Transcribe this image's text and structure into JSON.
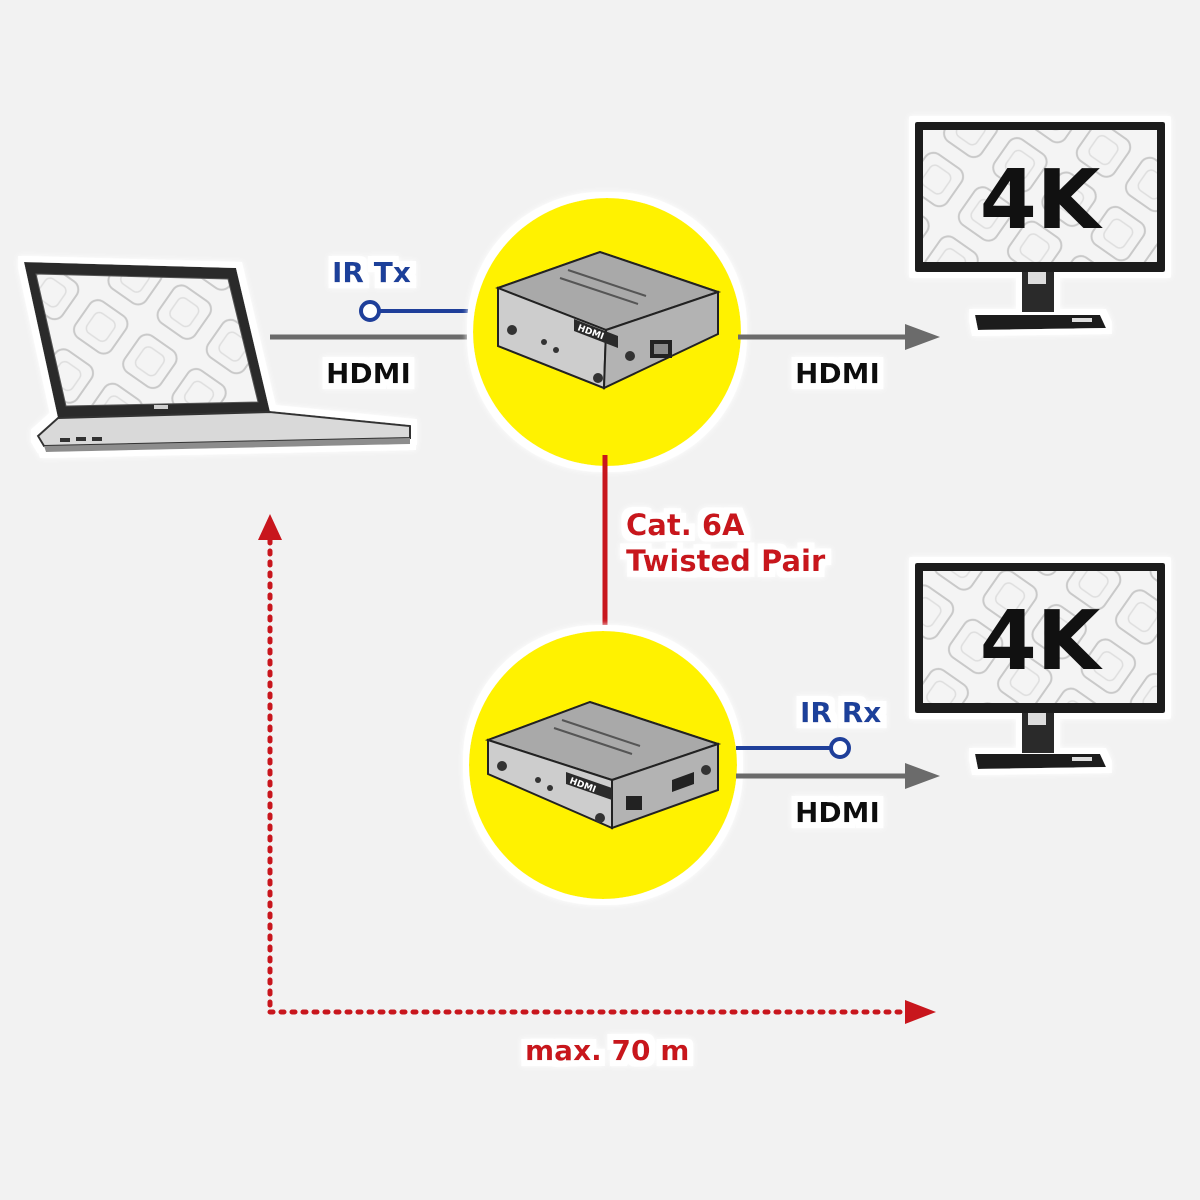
{
  "labels": {
    "ir_tx": "IR Tx",
    "ir_rx": "IR Rx",
    "hdmi_input": "HDMI",
    "hdmi_output_1": "HDMI",
    "hdmi_output_2": "HDMI",
    "cable_line1": "Cat. 6A",
    "cable_line2": "Twisted Pair",
    "distance": "max. 70 m",
    "monitor_1_screen": "4K",
    "monitor_2_screen": "4K",
    "port_label": "HDMI"
  },
  "colors": {
    "background": "#f2f2f2",
    "highlight_circle": "#fff200",
    "ir_line": "#1f3f9a",
    "ir_text": "#1f3f9a",
    "hdmi_line": "#6b6b6b",
    "cable_line": "#c8161d",
    "distance": "#c8161d",
    "text_dark": "#111111"
  },
  "icons": {
    "laptop": "laptop-icon",
    "transmitter": "hdmi-extender-transmitter-icon",
    "receiver": "hdmi-extender-receiver-icon",
    "monitor": "monitor-icon"
  }
}
